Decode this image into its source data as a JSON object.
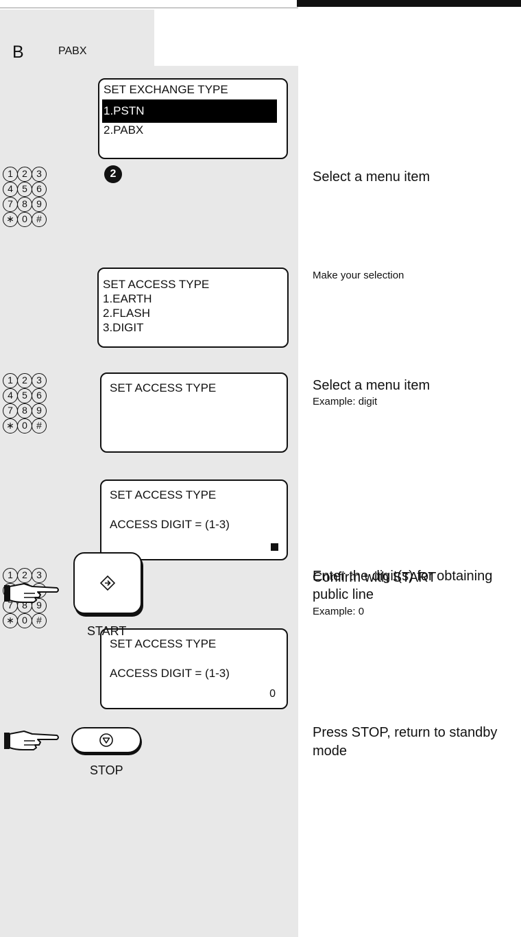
{
  "header": {
    "section_letter": "B",
    "section_title": "PABX"
  },
  "screens": {
    "exchange": {
      "title": "SET EXCHANGE TYPE",
      "option1": "1.PSTN",
      "option2": "2.PABX"
    },
    "access_menu": {
      "title": "SET ACCESS TYPE",
      "option1": "1.EARTH",
      "option2": "2.FLASH",
      "option3": "3.DIGIT"
    },
    "access_blank": {
      "title": "SET ACCESS TYPE"
    },
    "access_digit": {
      "title": "SET ACCESS TYPE",
      "prompt": "ACCESS DIGIT = (1-3)"
    },
    "access_digit_entered": {
      "title": "SET ACCESS TYPE",
      "prompt": "ACCESS DIGIT = (1-3)",
      "value": "0"
    }
  },
  "keypad": {
    "rows": [
      [
        "1",
        "2",
        "3"
      ],
      [
        "4",
        "5",
        "6"
      ],
      [
        "7",
        "8",
        "9"
      ],
      [
        "∗",
        "0",
        "#"
      ]
    ]
  },
  "step_badge": "2",
  "steps": {
    "select1": "Select a menu item",
    "make_selection": "Make your selection",
    "select2": "Select a menu item",
    "example_digit": "Example: digit",
    "enter_digit_line1": "Enter the digit(s) for obtaining",
    "enter_digit_line2": "public line",
    "example_zero": "Example: 0",
    "confirm": "Confirm with START",
    "stop_line1": "Press STOP, return to standby",
    "stop_line2": "mode"
  },
  "buttons": {
    "start_label": "START",
    "stop_label": "STOP",
    "start_icon": "diamond-arrow-icon",
    "stop_icon": "triangle-down-icon"
  }
}
